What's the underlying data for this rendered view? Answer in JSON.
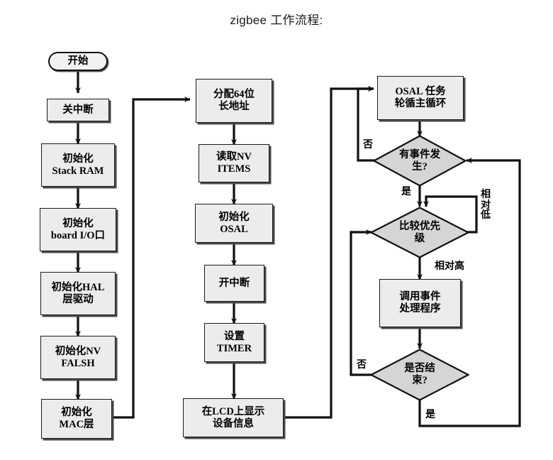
{
  "page": {
    "title": "zigbee 工作流程:"
  },
  "colors": {
    "process_fill": "#ececec",
    "decision_fill": "#d5d5d5",
    "stroke": "#111111",
    "background": "#ffffff",
    "text": "#000000"
  },
  "chart_data": {
    "type": "diagram",
    "diagram_type": "flowchart",
    "title": "zigbee 工作流程:",
    "columns": 3,
    "nodes": [
      {
        "id": "start",
        "shape": "terminator",
        "label": "开始",
        "column": 1
      },
      {
        "id": "disable_int",
        "shape": "process",
        "label": "关中断",
        "column": 1
      },
      {
        "id": "init_stack",
        "shape": "process",
        "label": "初始化\nStack RAM",
        "column": 1
      },
      {
        "id": "init_board",
        "shape": "process",
        "label": "初始化\nboard I/O口",
        "column": 1
      },
      {
        "id": "init_hal",
        "shape": "process",
        "label": "初始化HAL\n层驱动",
        "column": 1
      },
      {
        "id": "init_nv",
        "shape": "process",
        "label": "初始化NV\nFALSH",
        "column": 1
      },
      {
        "id": "init_mac",
        "shape": "process",
        "label": "初始化\nMAC层",
        "column": 1
      },
      {
        "id": "alloc_addr",
        "shape": "process",
        "label": "分配64位\n长地址",
        "column": 2
      },
      {
        "id": "read_nv",
        "shape": "process",
        "label": "读取NV\nITEMS",
        "column": 2
      },
      {
        "id": "init_osal",
        "shape": "process",
        "label": "初始化\nOSAL",
        "column": 2
      },
      {
        "id": "enable_int",
        "shape": "process",
        "label": "开中断",
        "column": 2
      },
      {
        "id": "set_timer",
        "shape": "process",
        "label": "设置\nTIMER",
        "column": 2
      },
      {
        "id": "lcd_show",
        "shape": "process",
        "label": "在LCD上显示\n设备信息",
        "column": 2
      },
      {
        "id": "osal_loop",
        "shape": "process",
        "label": "OSAL 任务\n轮循主循环",
        "column": 3
      },
      {
        "id": "has_event",
        "shape": "decision",
        "label": "有事件发\n生?",
        "column": 3
      },
      {
        "id": "cmp_priority",
        "shape": "decision",
        "label": "比较优先\n级",
        "column": 3
      },
      {
        "id": "call_handler",
        "shape": "process",
        "label": "调用事件\n处理程序",
        "column": 3
      },
      {
        "id": "is_end",
        "shape": "decision",
        "label": "是否结\n束?",
        "column": 3
      }
    ],
    "edges": [
      {
        "from": "start",
        "to": "disable_int",
        "label": ""
      },
      {
        "from": "disable_int",
        "to": "init_stack",
        "label": ""
      },
      {
        "from": "init_stack",
        "to": "init_board",
        "label": ""
      },
      {
        "from": "init_board",
        "to": "init_hal",
        "label": ""
      },
      {
        "from": "init_hal",
        "to": "init_nv",
        "label": ""
      },
      {
        "from": "init_nv",
        "to": "init_mac",
        "label": ""
      },
      {
        "from": "init_mac",
        "to": "alloc_addr",
        "label": ""
      },
      {
        "from": "alloc_addr",
        "to": "read_nv",
        "label": ""
      },
      {
        "from": "read_nv",
        "to": "init_osal",
        "label": ""
      },
      {
        "from": "init_osal",
        "to": "enable_int",
        "label": ""
      },
      {
        "from": "enable_int",
        "to": "set_timer",
        "label": ""
      },
      {
        "from": "set_timer",
        "to": "lcd_show",
        "label": ""
      },
      {
        "from": "lcd_show",
        "to": "osal_loop",
        "label": ""
      },
      {
        "from": "osal_loop",
        "to": "has_event",
        "label": ""
      },
      {
        "from": "has_event",
        "to": "osal_loop",
        "label": "否"
      },
      {
        "from": "has_event",
        "to": "cmp_priority",
        "label": "是"
      },
      {
        "from": "cmp_priority",
        "to": "cmp_priority",
        "label": "相对低"
      },
      {
        "from": "cmp_priority",
        "to": "call_handler",
        "label": "相对高"
      },
      {
        "from": "call_handler",
        "to": "is_end",
        "label": ""
      },
      {
        "from": "is_end",
        "to": "cmp_priority",
        "label": "否"
      },
      {
        "from": "is_end",
        "to": "has_event",
        "label": "是"
      }
    ],
    "edge_labels": [
      {
        "id": "no_event",
        "text": "否"
      },
      {
        "id": "yes_event",
        "text": "是"
      },
      {
        "id": "rel_low",
        "text": "相\n对\n低"
      },
      {
        "id": "rel_high",
        "text": "相对高"
      },
      {
        "id": "no_end",
        "text": "否"
      },
      {
        "id": "yes_end",
        "text": "是"
      }
    ]
  }
}
